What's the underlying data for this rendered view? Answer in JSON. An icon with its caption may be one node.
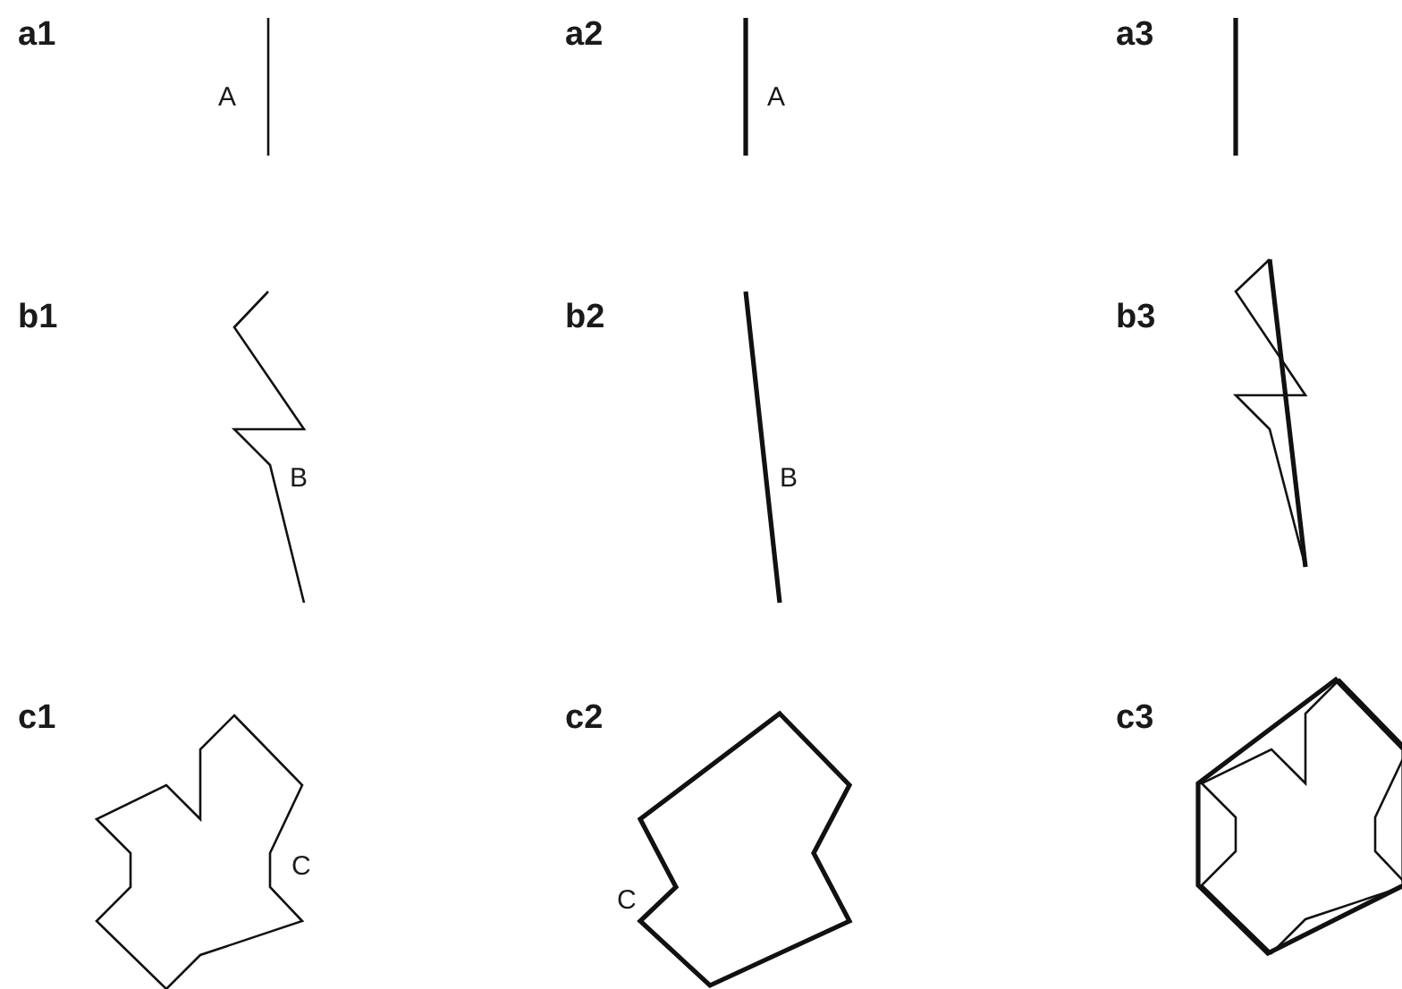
{
  "diagram": {
    "labels": [
      "a1",
      "A",
      "a2",
      "A",
      "a3",
      "b1",
      "B",
      "b2",
      "B",
      "b3",
      "c1",
      "C",
      "c2",
      "C",
      "c3"
    ]
  }
}
